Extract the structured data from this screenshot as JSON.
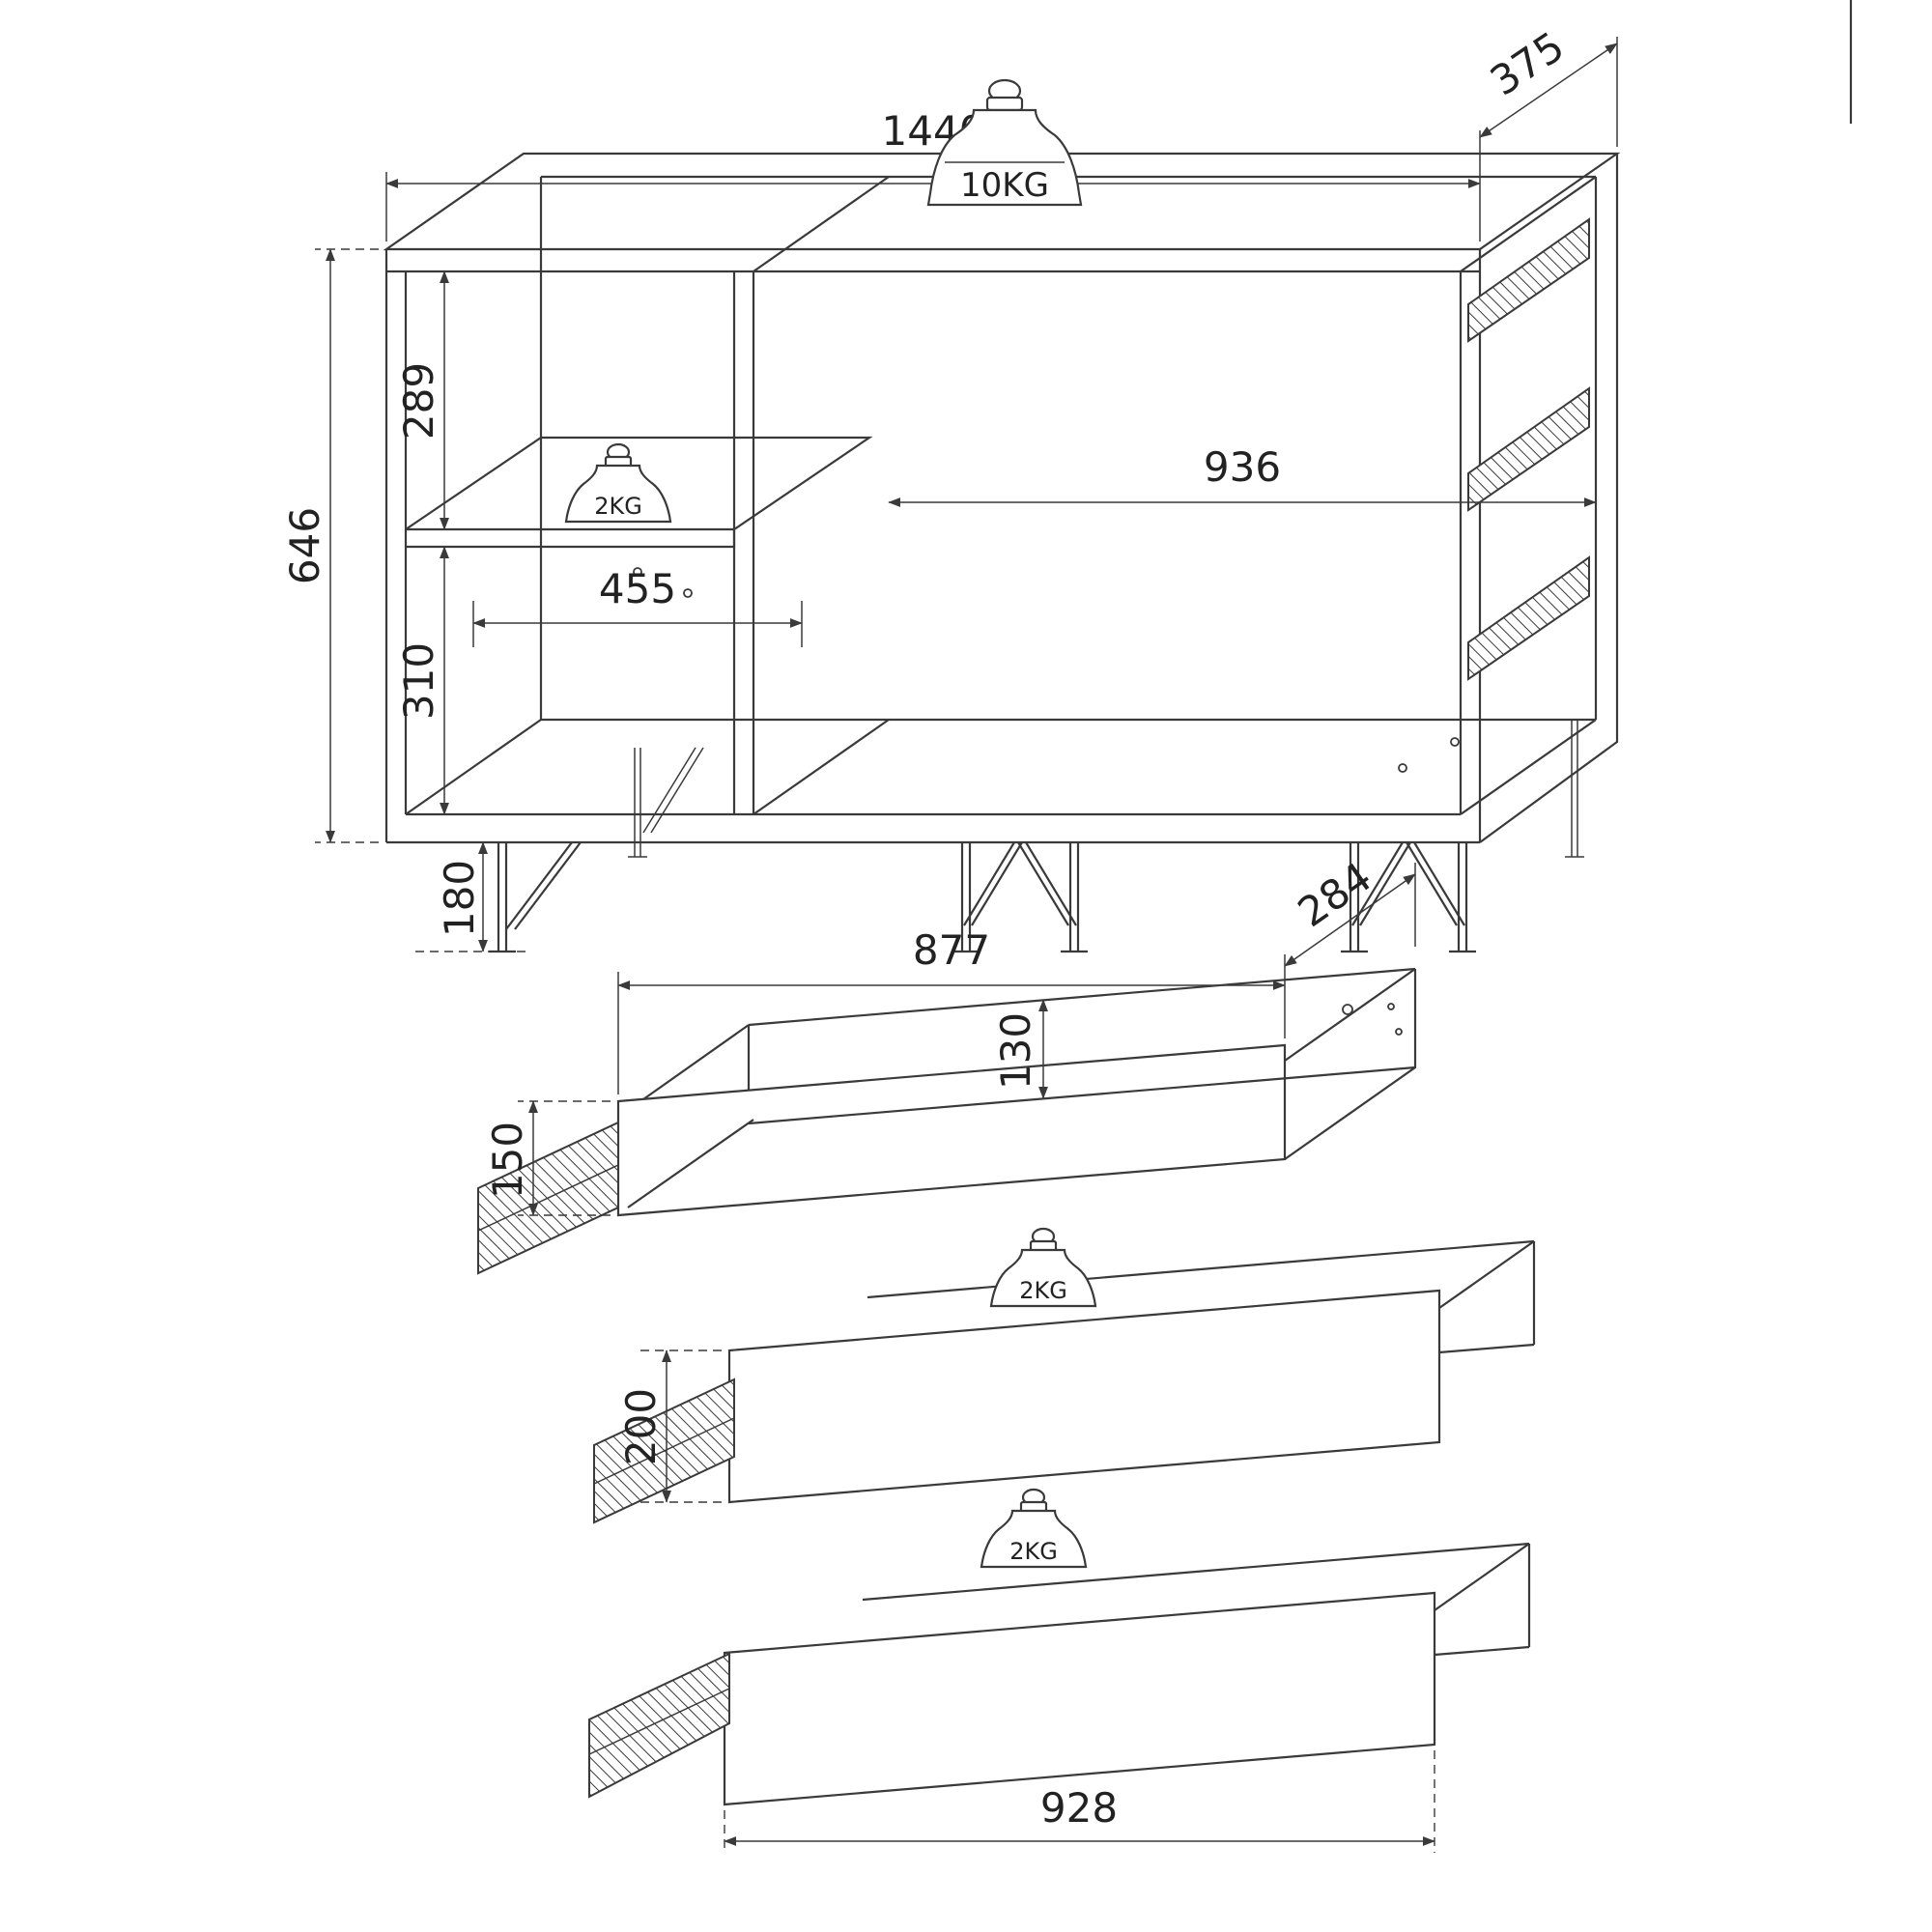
{
  "sheet": {
    "background": "#ffffff",
    "line_color": "#3a3a3a",
    "text_color": "#222222"
  },
  "cabinet_view": {
    "dimensions": {
      "width": "1440",
      "depth": "375",
      "carcass_height": "646",
      "upper_compartment_height": "289",
      "lower_compartment_height": "310",
      "left_compartment_width": "455",
      "right_compartment_width": "936",
      "leg_height": "180"
    },
    "top_max_load": "10KG",
    "shelf_max_load": "2KG"
  },
  "drawer_views": {
    "top_drawer": {
      "box_width": "877",
      "box_depth": "284",
      "back_panel_height": "130",
      "side_height": "150"
    },
    "middle_drawer": {
      "front_height": "200",
      "max_load": "2KG"
    },
    "bottom_drawer": {
      "front_width": "928",
      "max_load": "2KG"
    }
  }
}
